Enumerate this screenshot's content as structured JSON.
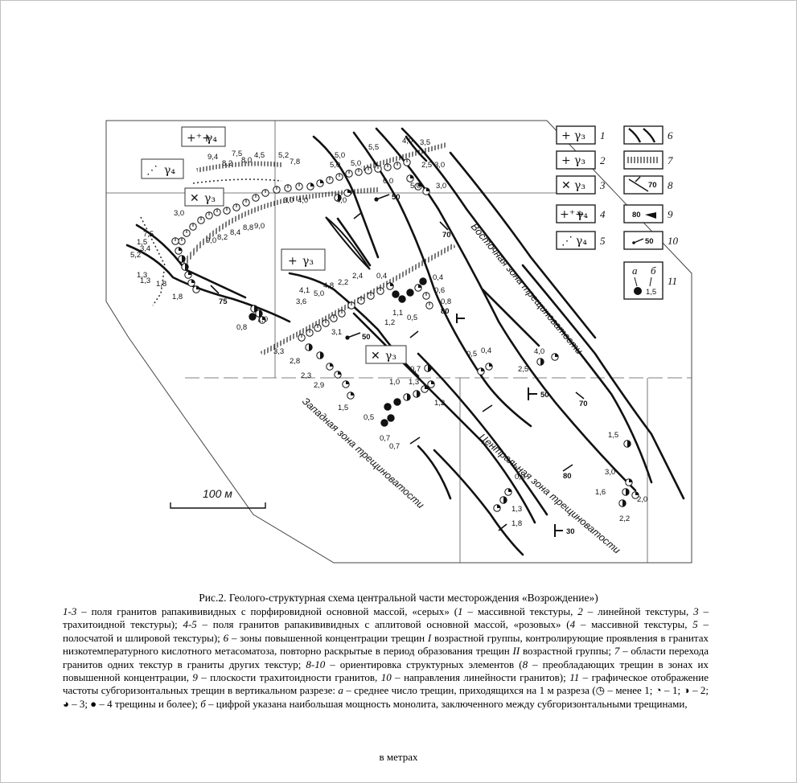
{
  "map": {
    "rock_fields": [
      {
        "id": "g4-massive",
        "sign": "+⁺+",
        "label": "γ₄"
      },
      {
        "id": "g4-banded",
        "sign": "⋰",
        "label": "γ₄"
      },
      {
        "id": "g3-trachy-top",
        "sign": "✕",
        "label": "γ₃"
      },
      {
        "id": "g3-massive",
        "sign": "+",
        "label": "γ₃"
      },
      {
        "id": "g3-trachy-mid",
        "sign": "✕",
        "label": "γ₃"
      }
    ],
    "zones": [
      {
        "id": "east",
        "name": "Восточная зона трещиноватости"
      },
      {
        "id": "west",
        "name": "Западная зона трещиноватости"
      },
      {
        "id": "central",
        "name": "Центральная зона трещиноватости"
      }
    ],
    "scale_label": "100 м",
    "orientation_values": [
      "75",
      "70",
      "80",
      "70",
      "50",
      "80",
      "30"
    ],
    "lineation_values": [
      "50",
      "50"
    ],
    "top_arc_values": [
      "9,4",
      "8,2",
      "7,5",
      "8,0",
      "4,5",
      "5,2",
      "7,8",
      "9,0",
      "8,2",
      "8,4",
      "8,8",
      "9,0",
      "3,0",
      "4,0",
      "4,0"
    ],
    "right_top_values": [
      "5,0",
      "5,5",
      "4,0",
      "3,5",
      "5,0",
      "5,0",
      "2,5",
      "3,0",
      "6,0",
      "5,0",
      "3,0"
    ],
    "west_values": [
      "7,5",
      "1,5",
      "3,4",
      "5,2",
      "1,3",
      "1,3",
      "1,8",
      "1,8",
      "3,0",
      "0,8",
      "1,0"
    ],
    "center_values": [
      "2,4",
      "2,2",
      "4,8",
      "4,1",
      "5,0",
      "3,6",
      "0,4",
      "0,4",
      "0,6",
      "0,8",
      "1,1",
      "1,2",
      "0,5",
      "3,1",
      "3,3",
      "2,8",
      "2,3",
      "2,9",
      "1,5",
      "0,7"
    ],
    "south_values": [
      "1,0",
      "1,3",
      "1,2",
      "0,5",
      "0,7",
      "0,7"
    ],
    "east_values": [
      "0,5",
      "0,4",
      "4,0",
      "2,5",
      "1,5",
      "3,0",
      "1,6",
      "2,0",
      "2,2",
      "0,9",
      "1,3",
      "1,8"
    ],
    "legend": [
      {
        "num": "1",
        "sign": "+",
        "label": "γ₃"
      },
      {
        "num": "2",
        "sign": "+",
        "label": "γ₃"
      },
      {
        "num": "3",
        "sign": "✕",
        "label": "γ₃"
      },
      {
        "num": "4",
        "sign": "+⁺+",
        "label": "γ₄"
      },
      {
        "num": "5",
        "sign": "⋰",
        "label": "γ₄"
      },
      {
        "num": "6",
        "symbol": "fracture-zones"
      },
      {
        "num": "7",
        "symbol": "transition-hatch"
      },
      {
        "num": "8",
        "symbol": "fracture-orientation",
        "value": "70"
      },
      {
        "num": "9",
        "symbol": "trachytoid-plane",
        "value": "80"
      },
      {
        "num": "10",
        "symbol": "lineation-arrow",
        "value": "50"
      },
      {
        "num": "11",
        "a": "а",
        "b": "б",
        "value": "1,5"
      }
    ]
  },
  "caption": {
    "title": "Рис.2. Геолого-структурная схема центральной части месторождения «Возрождение»)",
    "p1_range": "1-3",
    "p1_text": " – поля гранитов рапакививидных с порфировидной основной массой, «серых» (",
    "p1_n1": "1",
    "p1_t1": " – массивной текстуры, ",
    "p1_n2": "2",
    "p1_t2": " – линейной текстуры, ",
    "p1_n3": "3",
    "p1_t3": " – трахитоидной текстуры); ",
    "p2_range": "4-5",
    "p2_text": " – поля гранитов рапакививидных с аплитовой основной массой, «розовых» (",
    "p2_n1": "4",
    "p2_t1": " – массивной текстуры, ",
    "p2_n2": "5",
    "p2_t2": " – полосчатой и шлировой текстуры); ",
    "p3_n": "6",
    "p3_text1": " – зоны повышенной концентрации трещин ",
    "p3_roman1": "I",
    "p3_text2": " возрастной группы, контролирующие проявления в гранитах низкотемпературного кислотного метасоматоза, повторно раскрытые в период образования трещин ",
    "p3_roman2": "II",
    "p3_text3": " возрастной группы; ",
    "p4_n": "7",
    "p4_text": " – области перехода гранитов одних текстур в граниты других текстур; ",
    "p5_range": "8-10",
    "p5_text": " – ориентировка структурных элементов (",
    "p5_n1": "8",
    "p5_t1": " – преобладающих трещин в зонах их повышенной концентрации, ",
    "p5_n2": "9",
    "p5_t2": " – плоскости трахитоидности гранитов, ",
    "p5_n3": "10",
    "p5_t3": " – направления линейности гранитов); ",
    "p6_n": "11",
    "p6_text": " – графическое отображение частоты субгоризонтальных трещин в вертикальном разрезе: ",
    "p6_a": "а",
    "p6_a_text": " – среднее число трещин, приходящихся на 1 м разреза (◷ – менее 1; ◔ – 1; ◑ – 2; ◕ – 3; ● – 4 трещины и более); ",
    "p6_b": "б",
    "p6_b_text": " – цифрой указана наибольшая мощность монолита, заключенного между субгоризонтальными трещинами,",
    "last": "в метрах"
  }
}
